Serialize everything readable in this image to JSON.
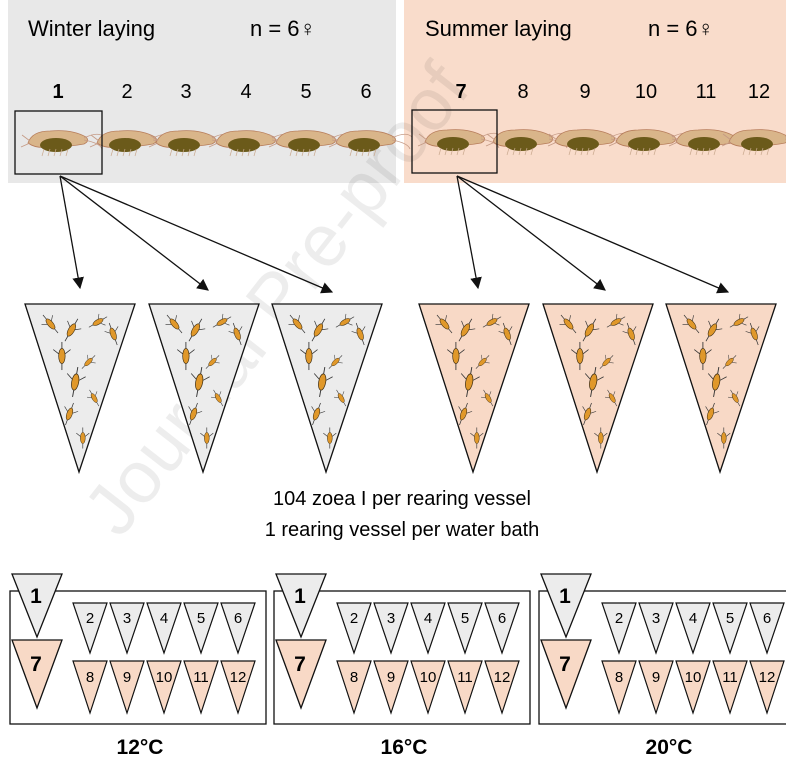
{
  "watermark": "Journal Pre-proof",
  "colors": {
    "winter_fill": "#e8e8e8",
    "summer_fill": "#f9dccb",
    "winter_vessel": "#ececec",
    "summer_vessel": "#f8d9c6",
    "outline": "#111111",
    "shrimp_egg": "#6b5a1a",
    "shrimp_body": "#d9b58a",
    "larva": "#e0982a"
  },
  "winter": {
    "title": "Winter laying",
    "count": "n = 6♀",
    "numbers": [
      "1",
      "2",
      "3",
      "4",
      "5",
      "6"
    ],
    "vessel_count": 3
  },
  "summer": {
    "title": "Summer laying",
    "count": "n = 6♀",
    "numbers": [
      "7",
      "8",
      "9",
      "10",
      "11",
      "12"
    ],
    "vessel_count": 3
  },
  "caption": {
    "line1": "104 zoea I per rearing vessel",
    "line2": "1 rearing vessel per water bath"
  },
  "baths": [
    {
      "label": "12°C",
      "big_top": "1",
      "big_bottom": "7",
      "top_row": [
        "2",
        "3",
        "4",
        "5",
        "6"
      ],
      "bottom_row": [
        "8",
        "9",
        "10",
        "11",
        "12"
      ]
    },
    {
      "label": "16°C",
      "big_top": "1",
      "big_bottom": "7",
      "top_row": [
        "2",
        "3",
        "4",
        "5",
        "6"
      ],
      "bottom_row": [
        "8",
        "9",
        "10",
        "11",
        "12"
      ]
    },
    {
      "label": "20°C",
      "big_top": "1",
      "big_bottom": "7",
      "top_row": [
        "2",
        "3",
        "4",
        "5",
        "6"
      ],
      "bottom_row": [
        "8",
        "9",
        "10",
        "11",
        "12"
      ]
    }
  ]
}
